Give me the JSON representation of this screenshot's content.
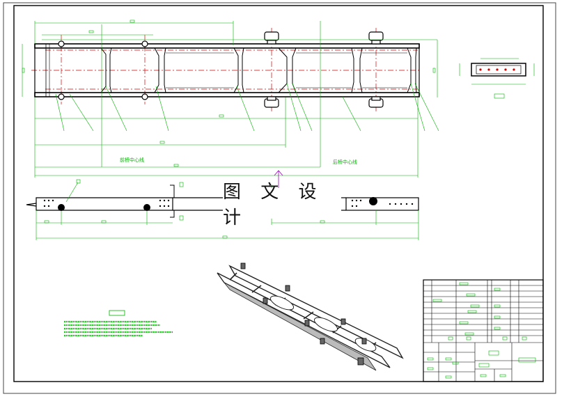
{
  "watermark": {
    "text": "图 文 设 计"
  },
  "top_view": {
    "label_front_axle": "前桥中心线",
    "label_rear_axle": "后桥中心线"
  },
  "colors": {
    "dimension": "#00b400",
    "centerline": "#d40000",
    "outline": "#000000",
    "marker": "#a000c0"
  }
}
